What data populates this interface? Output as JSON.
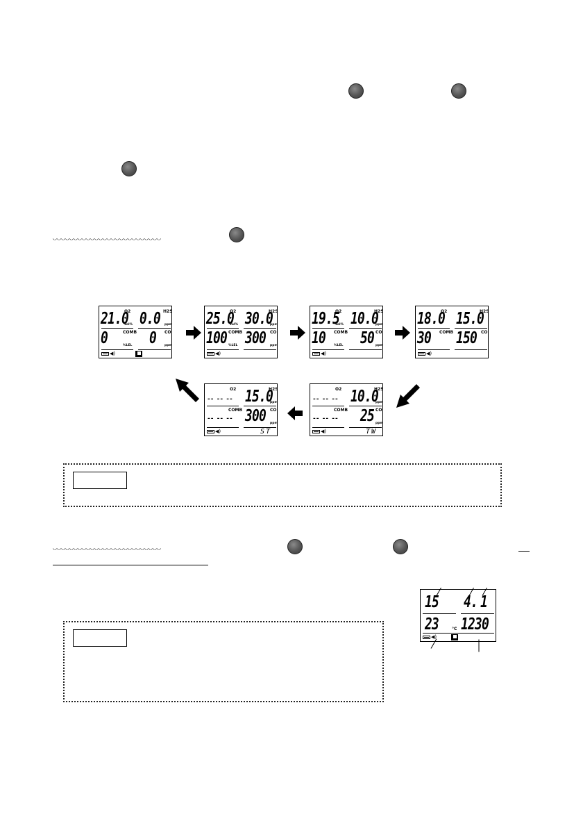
{
  "screens": [
    {
      "o2": "21.0",
      "h2s": "0.0",
      "comb": "0",
      "co": "0",
      "o2_unit": "vol%",
      "h2s_unit": "ppm",
      "comb_unit": "%LEL",
      "co_unit": "ppm",
      "lock": true
    },
    {
      "o2": "25.0",
      "h2s": "30.0",
      "comb": "100",
      "co": "300",
      "o2_unit": "vol%",
      "h2s_unit": "ppm",
      "comb_unit": "%LEL",
      "co_unit": "ppm"
    },
    {
      "o2": "19.5",
      "h2s": "10.0",
      "comb": "10",
      "co": "50",
      "o2_unit": "vol%",
      "h2s_unit": "ppm",
      "comb_unit": "%LEL",
      "co_unit": "ppm"
    },
    {
      "o2": "18.0",
      "h2s": "15.0",
      "comb": "30",
      "co": "150",
      "o2_unit": "",
      "h2s_unit": "",
      "comb_unit": "",
      "co_unit": ""
    },
    {
      "o2": "-- -- --",
      "h2s": "10.0",
      "comb": "-- -- --",
      "co": "25",
      "mode": "TW",
      "h2s_unit": "ppm",
      "co_unit": "ppm"
    },
    {
      "o2": "-- -- --",
      "h2s": "15.0",
      "comb": "-- -- --",
      "co": "300",
      "mode": "ST",
      "h2s_unit": "ppm",
      "co_unit": "ppm"
    }
  ],
  "labels": {
    "o2": "O2",
    "h2s": "H2S",
    "comb": "COMB",
    "co": "CO"
  },
  "date_screen": {
    "top_left": "15",
    "top_mid": "4.",
    "top_right": "1",
    "bottom_left": "23",
    "unit": "°C",
    "bottom_right": "1230"
  },
  "notes": [
    {
      "tag": ""
    },
    {
      "tag": ""
    }
  ],
  "icons": {
    "arrow": "bold-arrow-icon",
    "button": "round-button-icon",
    "battery": "battery-icon",
    "speaker": "speaker-icon",
    "lock": "lock-icon"
  }
}
